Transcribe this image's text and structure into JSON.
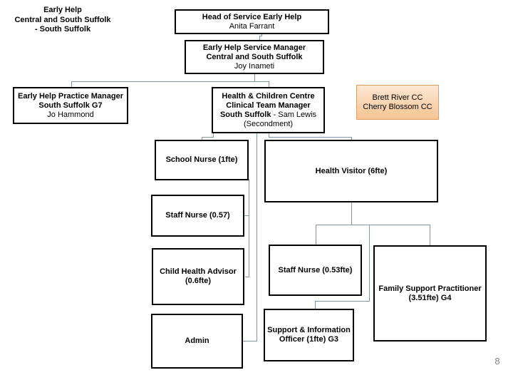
{
  "slide": {
    "title": {
      "line1": "Early Help",
      "line2": "Central and South Suffolk",
      "line3": "- South Suffolk"
    },
    "page_number": "8"
  },
  "colors": {
    "box_border": "#000000",
    "connector": "#7d96a5",
    "highlight_fill_top": "#fde7d3",
    "highlight_fill_bottom": "#f6c493",
    "highlight_border": "#dc9e63",
    "page_number_color": "#7f7f7f"
  },
  "org_chart": {
    "head_of_service": {
      "role": "Head of Service Early Help",
      "name": "Anita Farrant"
    },
    "service_manager": {
      "role_line1": "Early Help Service Manager",
      "role_line2": "Central and South Suffolk",
      "name": "Joy Inameti"
    },
    "practice_manager": {
      "role_line1": "Early Help Practice Manager",
      "role_line2": "South Suffolk G7",
      "name": "Jo Hammond"
    },
    "clinical_team_manager": {
      "role_line1": "Health & Children Centre",
      "role_line2": "Clinical Team Manager",
      "role_line3_bold": "South Suffolk",
      "role_line3_rest": "- Sam Lewis",
      "note": "(Secondment)"
    },
    "childrens_centres": {
      "line1": "Brett River CC",
      "line2": "Cherry Blossom CC"
    },
    "school_nurse": {
      "role": "School Nurse (1fte)"
    },
    "health_visitor": {
      "role": "Health Visitor (6fte)"
    },
    "staff_nurse_057": {
      "role": "Staff Nurse (0.57)"
    },
    "child_health_advisor": {
      "role": "Child Health Advisor (0.6fte)"
    },
    "admin": {
      "role": "Admin"
    },
    "staff_nurse_053": {
      "role": "Staff Nurse (0.53fte)"
    },
    "family_support_practitioner": {
      "role": "Family Support Practitioner (3.51fte) G4"
    },
    "support_information_officer": {
      "role": "Support & Information Officer (1fte) G3"
    }
  }
}
